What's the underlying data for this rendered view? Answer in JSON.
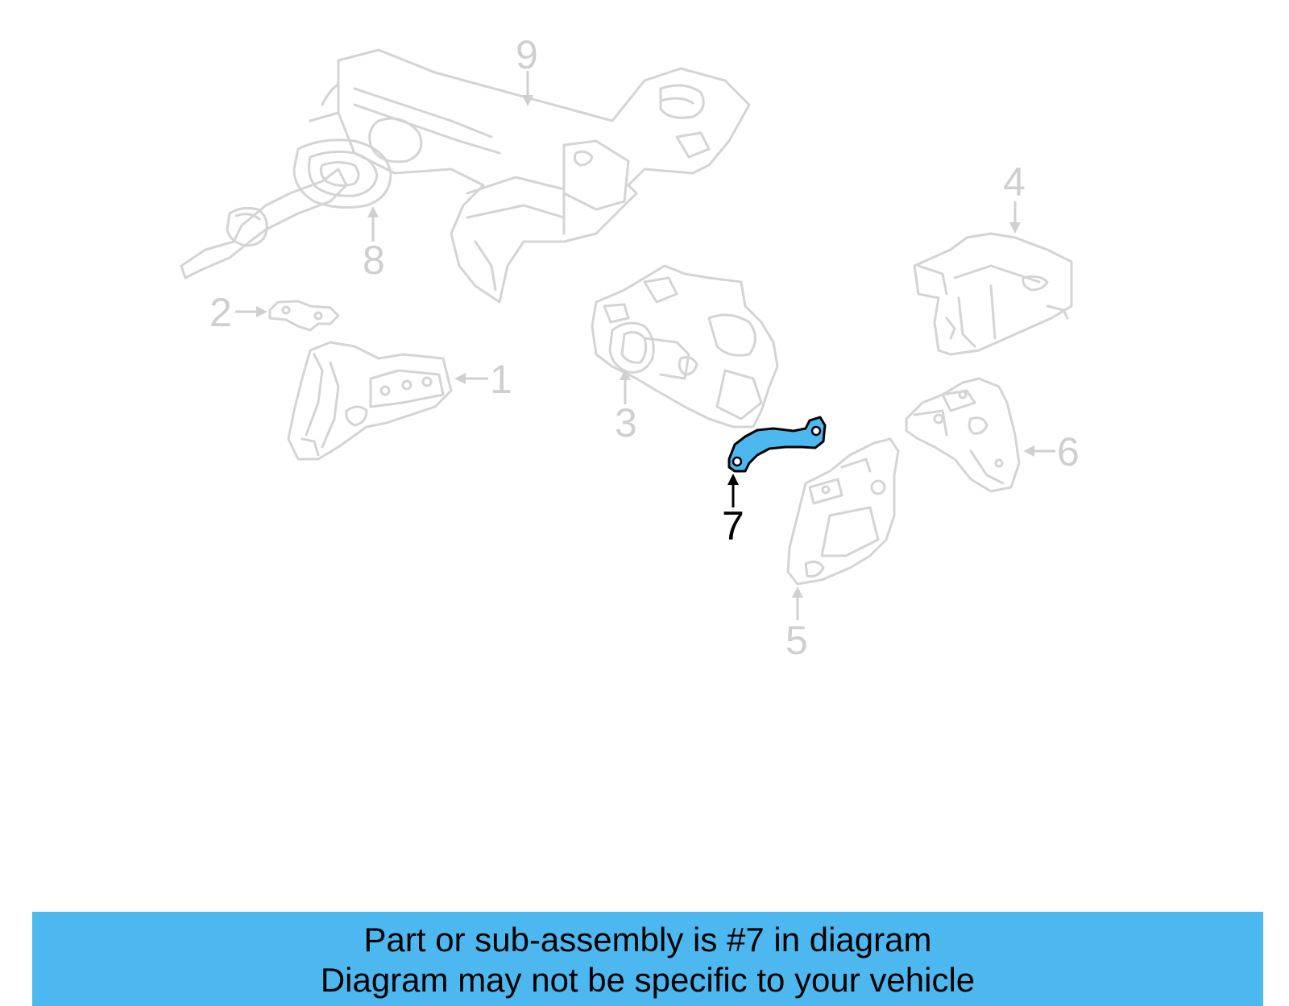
{
  "callouts": {
    "n1": "1",
    "n2": "2",
    "n3": "3",
    "n4": "4",
    "n5": "5",
    "n6": "6",
    "n7": "7",
    "n8": "8",
    "n9": "9"
  },
  "highlight_part": "7",
  "colors": {
    "highlight": "#4db8ef",
    "faded_lines": "#d4d4d4",
    "banner": "#4db8ef"
  },
  "banner": {
    "line1": "Part or sub-assembly is #7 in diagram",
    "line2": "Diagram may not be specific to your vehicle"
  }
}
